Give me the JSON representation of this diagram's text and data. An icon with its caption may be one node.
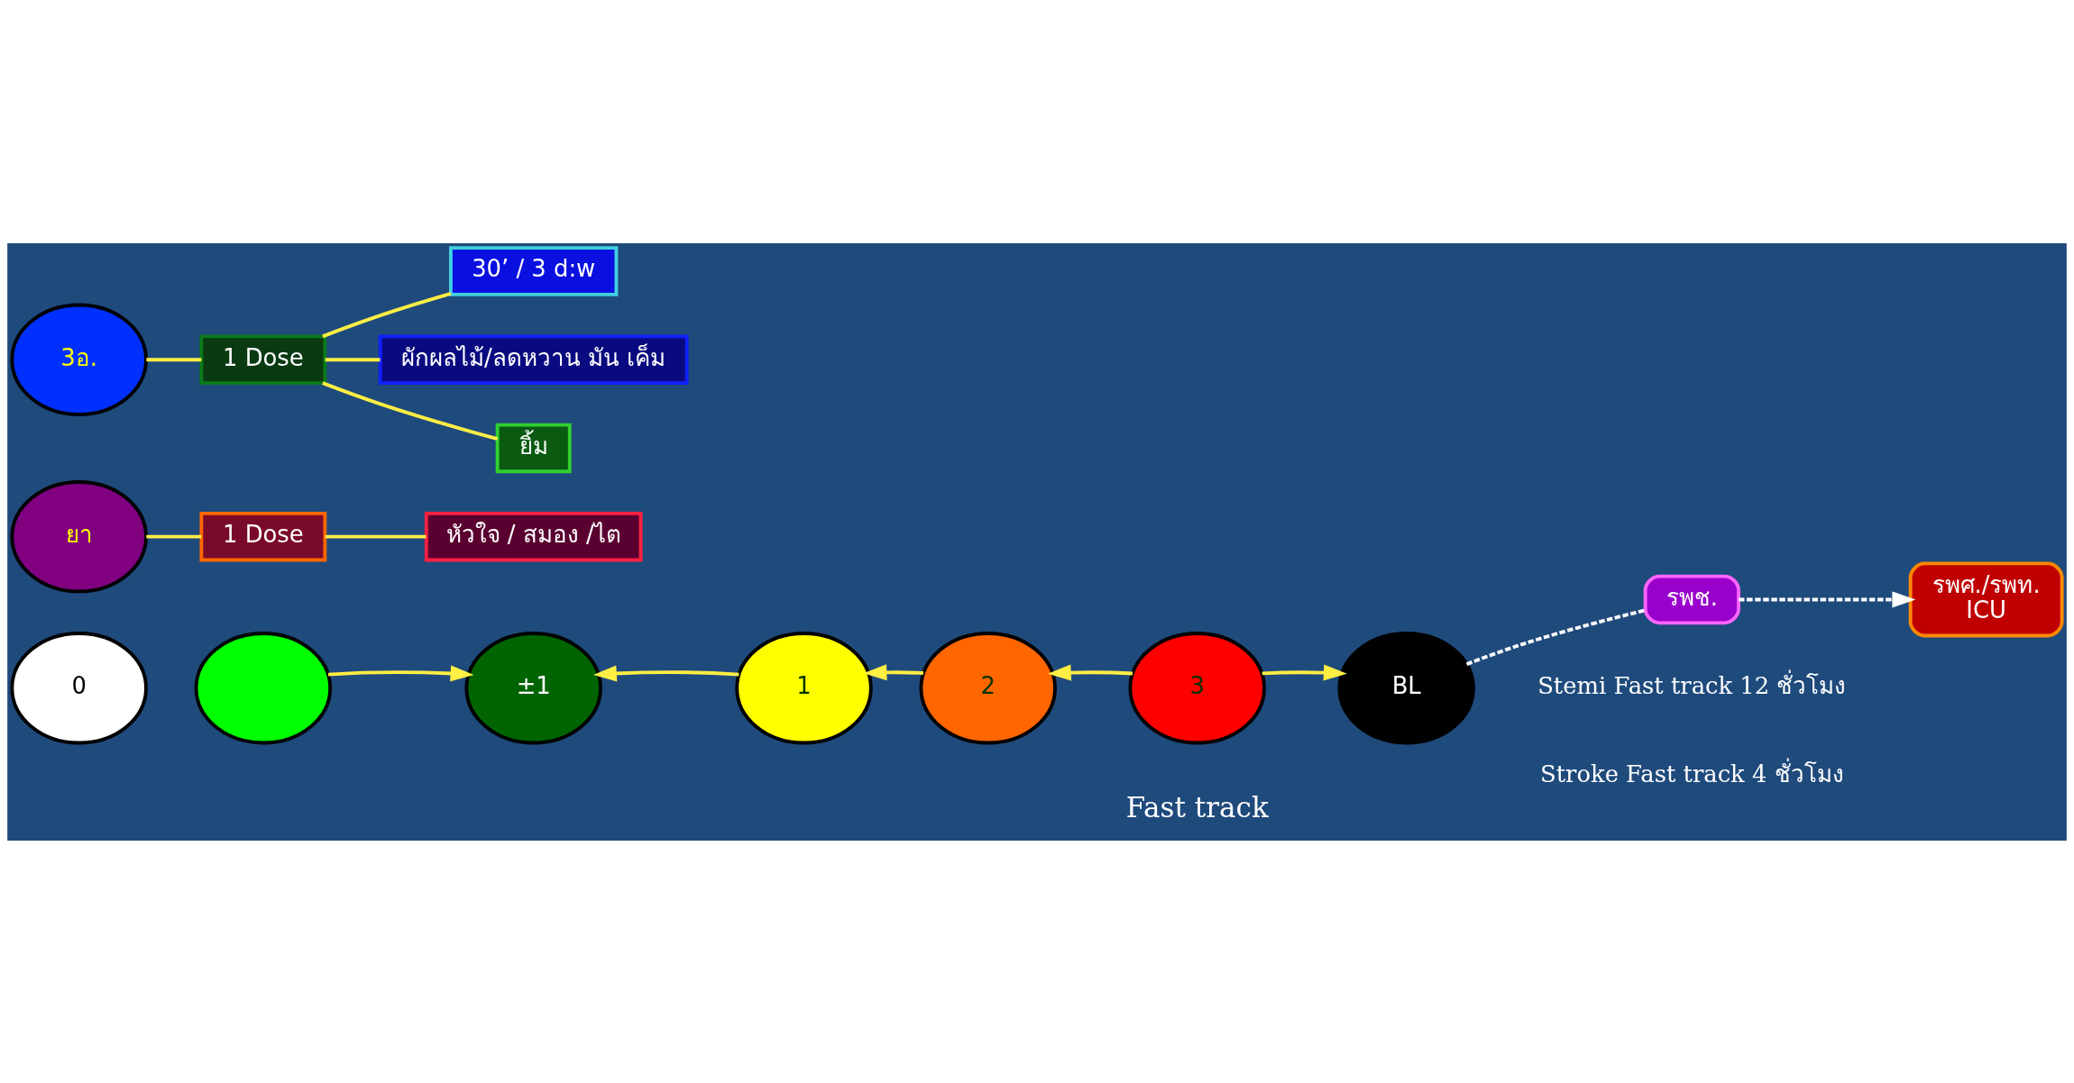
{
  "diagram": {
    "nodes": [
      {
        "text": [
          "0"
        ]
      },
      {
        "text": [],
        "shape": "circle"
      },
      {
        "text": [
          "±1"
        ]
      },
      {
        "text": [
          "1"
        ]
      },
      {
        "text": [
          "2"
        ]
      },
      {
        "text": [
          "3"
        ],
        "beside": [
          "Fast track"
        ]
      },
      {
        "text": [
          "BL"
        ]
      },
      {
        "text": [
          "ยา"
        ]
      },
      {
        "text": [
          "1 Dose"
        ]
      },
      {
        "text": [
          "หัวใจ / สมอง /ไต"
        ]
      },
      {
        "text": [
          "3อ."
        ]
      },
      {
        "text": [
          "1 Dose"
        ]
      },
      {
        "text": [
          "30’ / 3 d:w"
        ]
      },
      {
        "text": [
          "ผักผลไม้/ลดหวาน มัน เค็ม"
        ]
      },
      {
        "text": [
          "ยิ้ม"
        ]
      },
      {
        "text": [
          "รพศ./รพท.",
          "ICU"
        ]
      },
      {
        "text": [
          "รพช."
        ]
      }
    ],
    "edges": [
      {
        "from": 1,
        "to": 2,
        "arrow": "to"
      },
      {
        "from": 3,
        "to": 2,
        "arrow": "to"
      },
      {
        "from": 4,
        "to": 3,
        "arrow": "to"
      },
      {
        "from": 5,
        "to": 4,
        "arrow": "to"
      },
      {
        "from": 5,
        "to": 6,
        "arrow": "to"
      },
      {
        "from": 7,
        "to": 8,
        "arrow": "none"
      },
      {
        "from": 8,
        "to": 9,
        "arrow": "none"
      },
      {
        "from": 10,
        "to": 11,
        "arrow": "none"
      },
      {
        "from": 11,
        "to": 12,
        "arrow": "none"
      },
      {
        "from": 11,
        "to": 13,
        "arrow": "none"
      },
      {
        "from": 11,
        "to": 14,
        "arrow": "none"
      },
      {
        "from": 6,
        "to": 16,
        "arrow": "none",
        "style": "dashed",
        "color": "#ffffff"
      },
      {
        "from": 16,
        "to": 15,
        "arrow": "to",
        "style": "dashed",
        "color": "#ffffff"
      }
    ],
    "labels": [
      "Stemi Fast track 12 ชั่วโมง",
      "Stroke Fast track 4 ชั่วโมง"
    ]
  }
}
